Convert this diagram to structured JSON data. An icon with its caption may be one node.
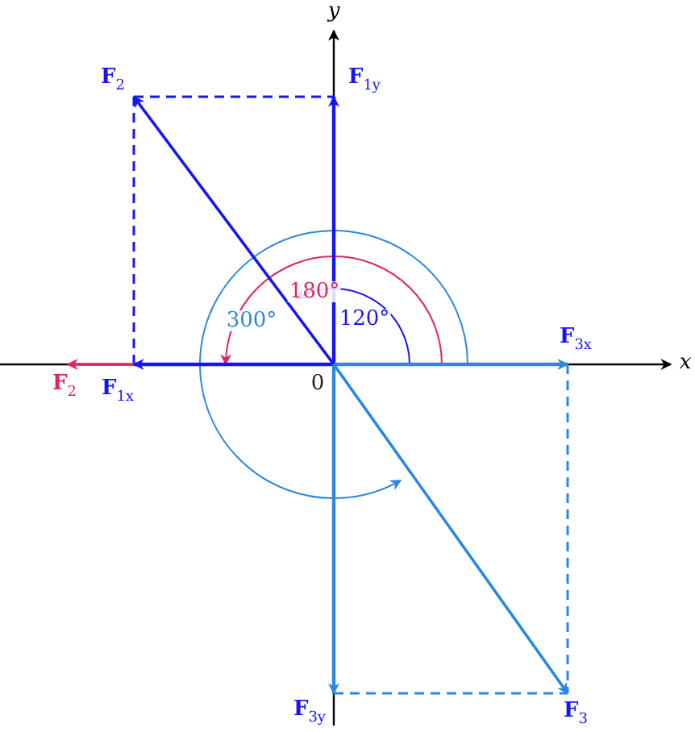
{
  "diagram": {
    "labels": [
      "y",
      "**F**$_{2}$",
      "**F**$_{1y}$",
      "180°",
      "300°",
      "120°",
      "**F**$_{3x}$",
      "x",
      "**F**$_{2}$",
      "**F**$_{1x}$",
      "0",
      "**F**$_{3y}$",
      "**F**$_{3}$"
    ]
  }
}
